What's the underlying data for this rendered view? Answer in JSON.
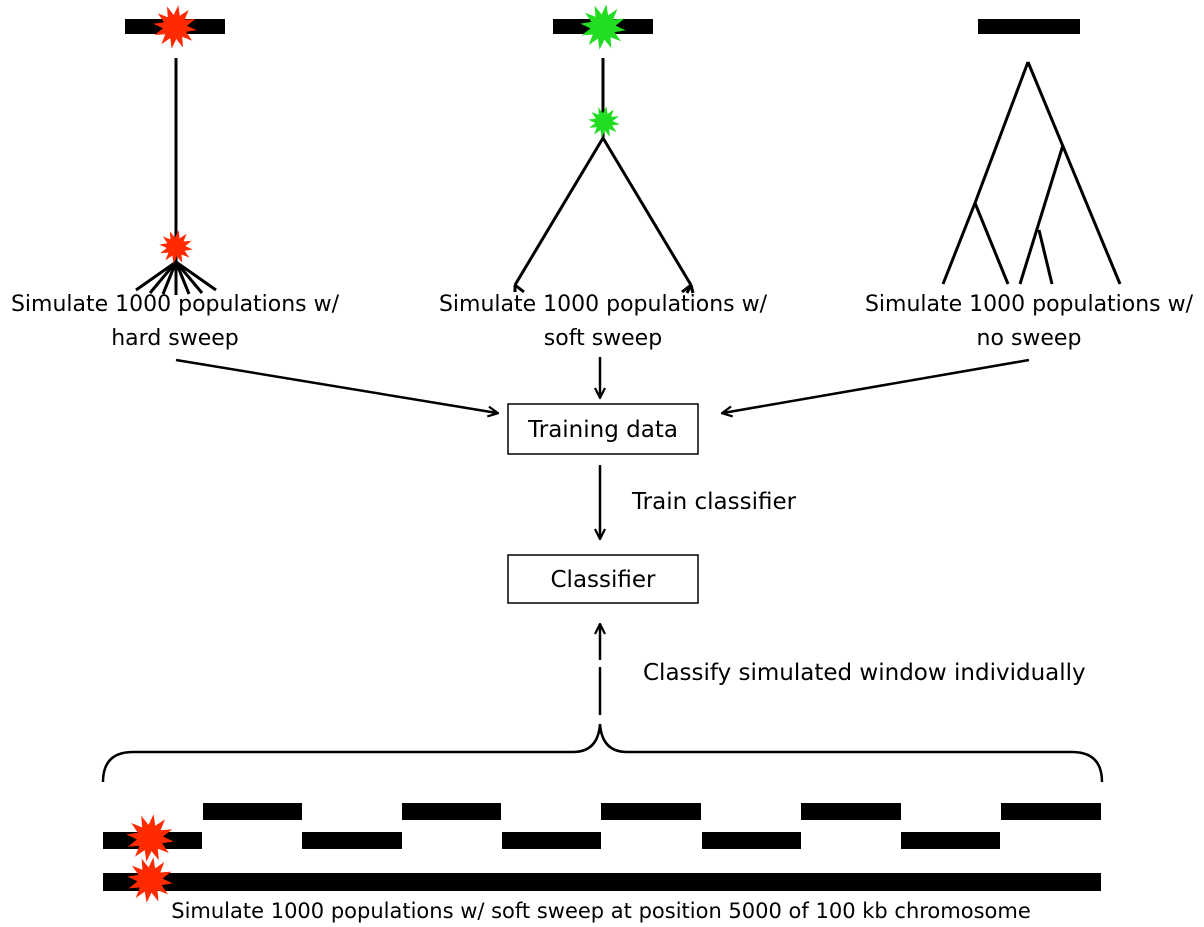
{
  "panels": {
    "hard": {
      "line1": "Simulate 1000 populations w/",
      "line2": "hard sweep"
    },
    "soft": {
      "line1": "Simulate 1000 populations w/",
      "line2": "soft sweep"
    },
    "none": {
      "line1": "Simulate 1000 populations w/",
      "line2": "no sweep"
    }
  },
  "training_box": "Training data",
  "train_label": "Train classifier",
  "classifier_box": "Classifier",
  "classify_label": "Classify simulated window individually",
  "bottom_caption": "Simulate 1000 populations w/ soft sweep at position 5000 of 100 kb chromosome",
  "colors": {
    "hard_mutation": "#ff2a00",
    "soft_mutation": "#22dd22",
    "ink": "#000000"
  }
}
